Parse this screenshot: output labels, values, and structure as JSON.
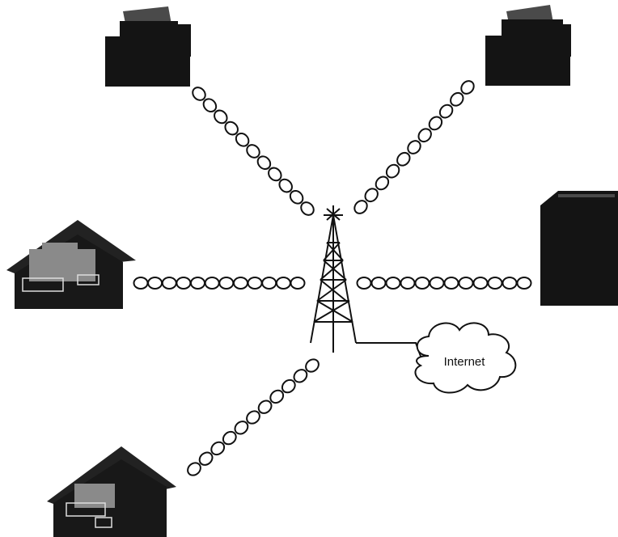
{
  "diagram": {
    "cloud_label": "Internet",
    "nodes": [
      {
        "id": "office-top-left",
        "icon": "office-building-icon"
      },
      {
        "id": "office-top-right",
        "icon": "office-building-icon"
      },
      {
        "id": "house-left",
        "icon": "house-icon"
      },
      {
        "id": "office-right",
        "icon": "office-building-icon"
      },
      {
        "id": "house-bottom-left",
        "icon": "house-icon"
      },
      {
        "id": "tower",
        "icon": "radio-tower-icon"
      },
      {
        "id": "internet-cloud",
        "icon": "cloud-icon"
      }
    ],
    "wireless_links": [
      {
        "name": "wireless-link-top-left",
        "from": "tower",
        "to": "office-top-left"
      },
      {
        "name": "wireless-link-top-right",
        "from": "tower",
        "to": "office-top-right"
      },
      {
        "name": "wireless-link-left",
        "from": "tower",
        "to": "house-left"
      },
      {
        "name": "wireless-link-right",
        "from": "tower",
        "to": "office-right"
      },
      {
        "name": "wireless-link-bottom-left",
        "from": "tower",
        "to": "house-bottom-left"
      }
    ],
    "wired_links": [
      {
        "name": "wired-link-internet",
        "from": "tower",
        "to": "internet-cloud"
      }
    ],
    "colors": {
      "ink": "#111111",
      "background": "#ffffff"
    }
  }
}
